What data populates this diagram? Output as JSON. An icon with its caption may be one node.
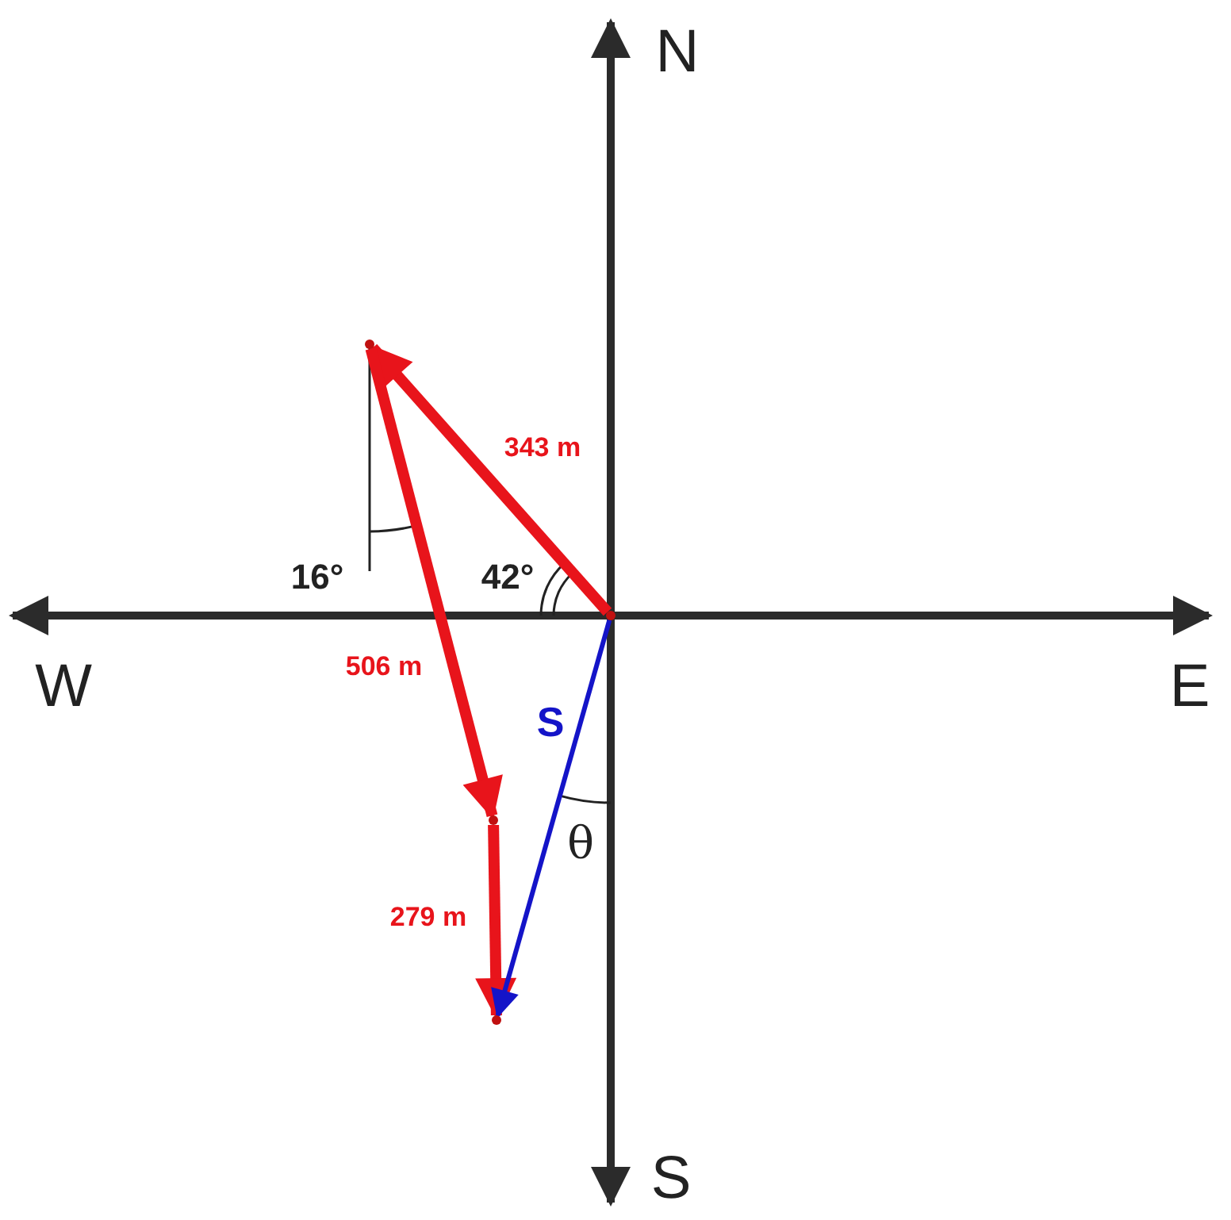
{
  "diagram": {
    "nodes": [
      {
        "text": [],
        "shape": "dot"
      },
      {
        "text": [],
        "shape": "dot"
      },
      {
        "text": [],
        "shape": "dot"
      },
      {
        "text": [],
        "shape": "dot"
      }
    ],
    "edges": [
      {
        "from": 0,
        "to": 1,
        "arrow": "to",
        "label": "343 m"
      },
      {
        "from": 1,
        "to": 2,
        "arrow": "to",
        "label": "506 m"
      },
      {
        "from": 2,
        "to": 3,
        "arrow": "to",
        "label": "279 m"
      },
      {
        "from": 0,
        "to": 3,
        "arrow": "to",
        "label": "S",
        "color": "#1414c8"
      }
    ],
    "labels": [
      "N",
      "W",
      "E",
      "S",
      "16°",
      "42°",
      "θ"
    ]
  }
}
